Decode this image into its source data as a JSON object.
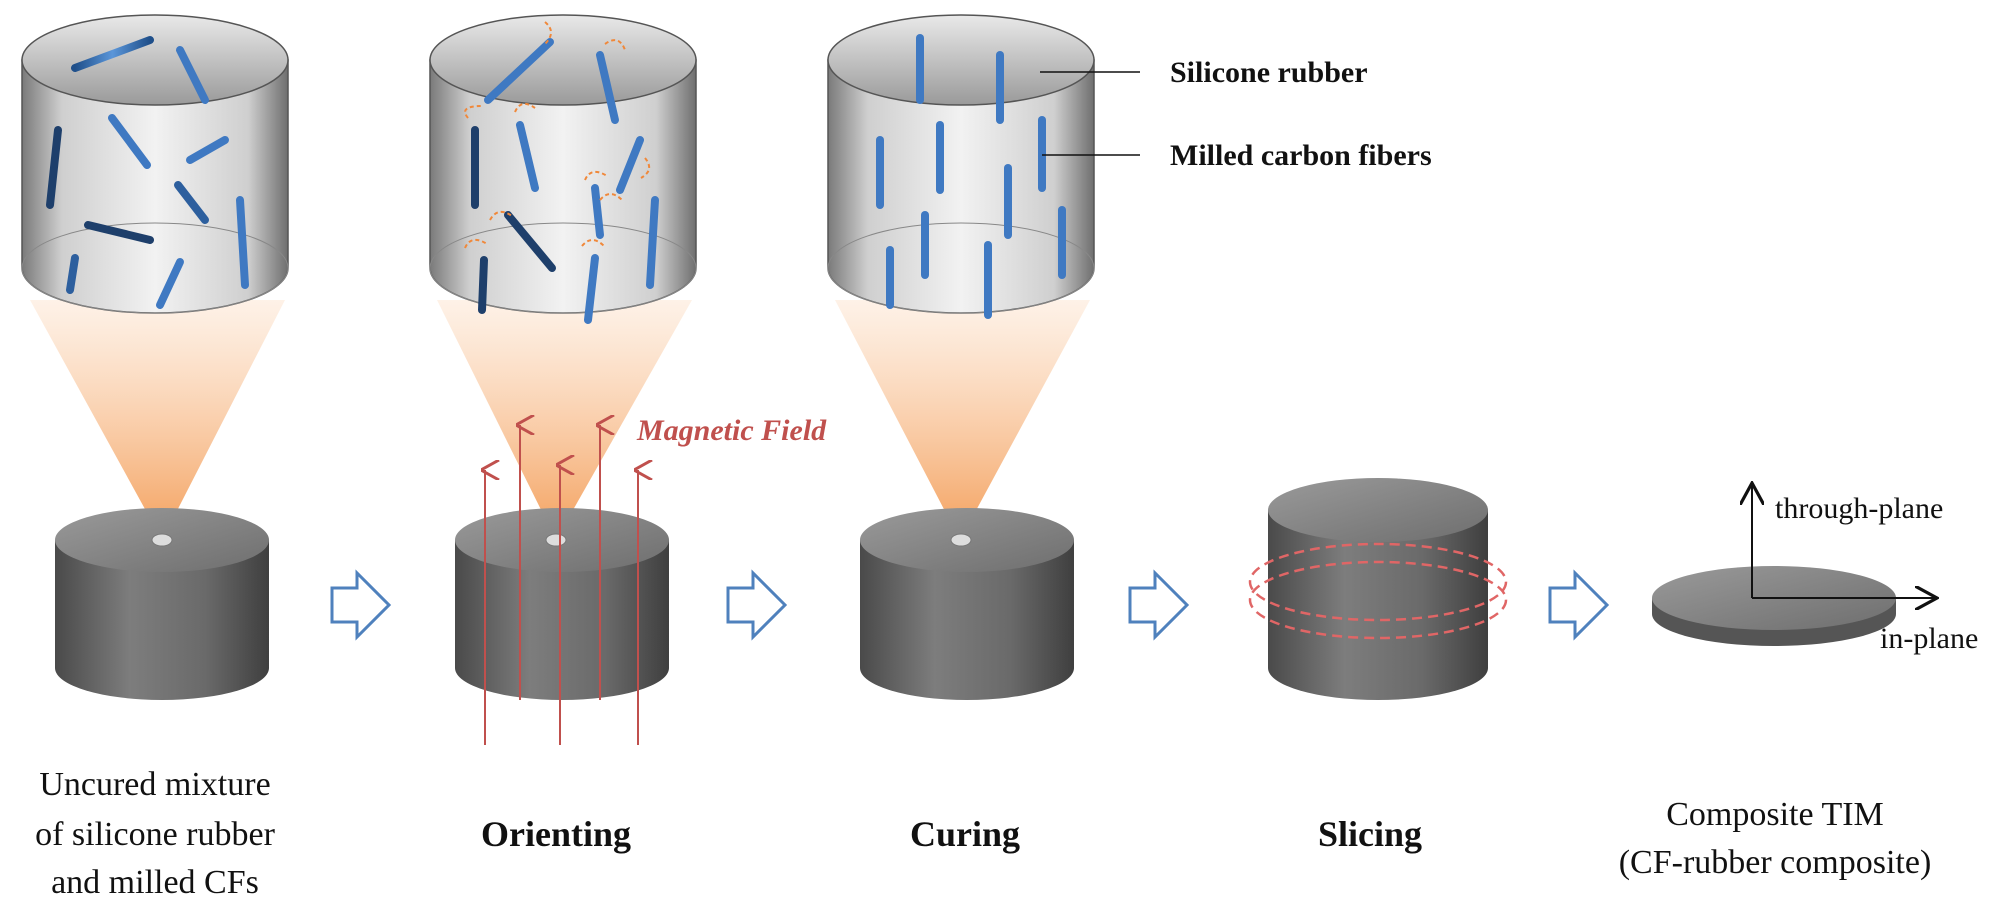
{
  "labels": {
    "silicone_rubber": "Silicone rubber",
    "milled_carbon_fibers": "Milled carbon fibers",
    "magnetic_field": "Magnetic Field",
    "through_plane": "through-plane",
    "in_plane": "in-plane"
  },
  "steps": {
    "uncured": [
      "Uncured mixture",
      "of silicone rubber",
      "and milled CFs"
    ],
    "orienting": "Orienting",
    "curing": "Curing",
    "slicing": "Slicing",
    "composite": [
      "Composite TIM",
      "(CF-rubber composite)"
    ]
  },
  "colors": {
    "fiber": "#3f79c2",
    "cylinder_body": "#6a6a6a",
    "cylinder_top": "#8a8a8a",
    "magnetic_arrow": "#c0504d",
    "process_arrow": "#4f81bd",
    "zoom_cone": "#f6a25d",
    "rotation_arrow": "#f0883a",
    "slice_ring": "#e06666"
  },
  "icons": {
    "process_arrow": "hollow-right-arrow-icon",
    "rotation": "curved-rotation-arrow-icon"
  }
}
